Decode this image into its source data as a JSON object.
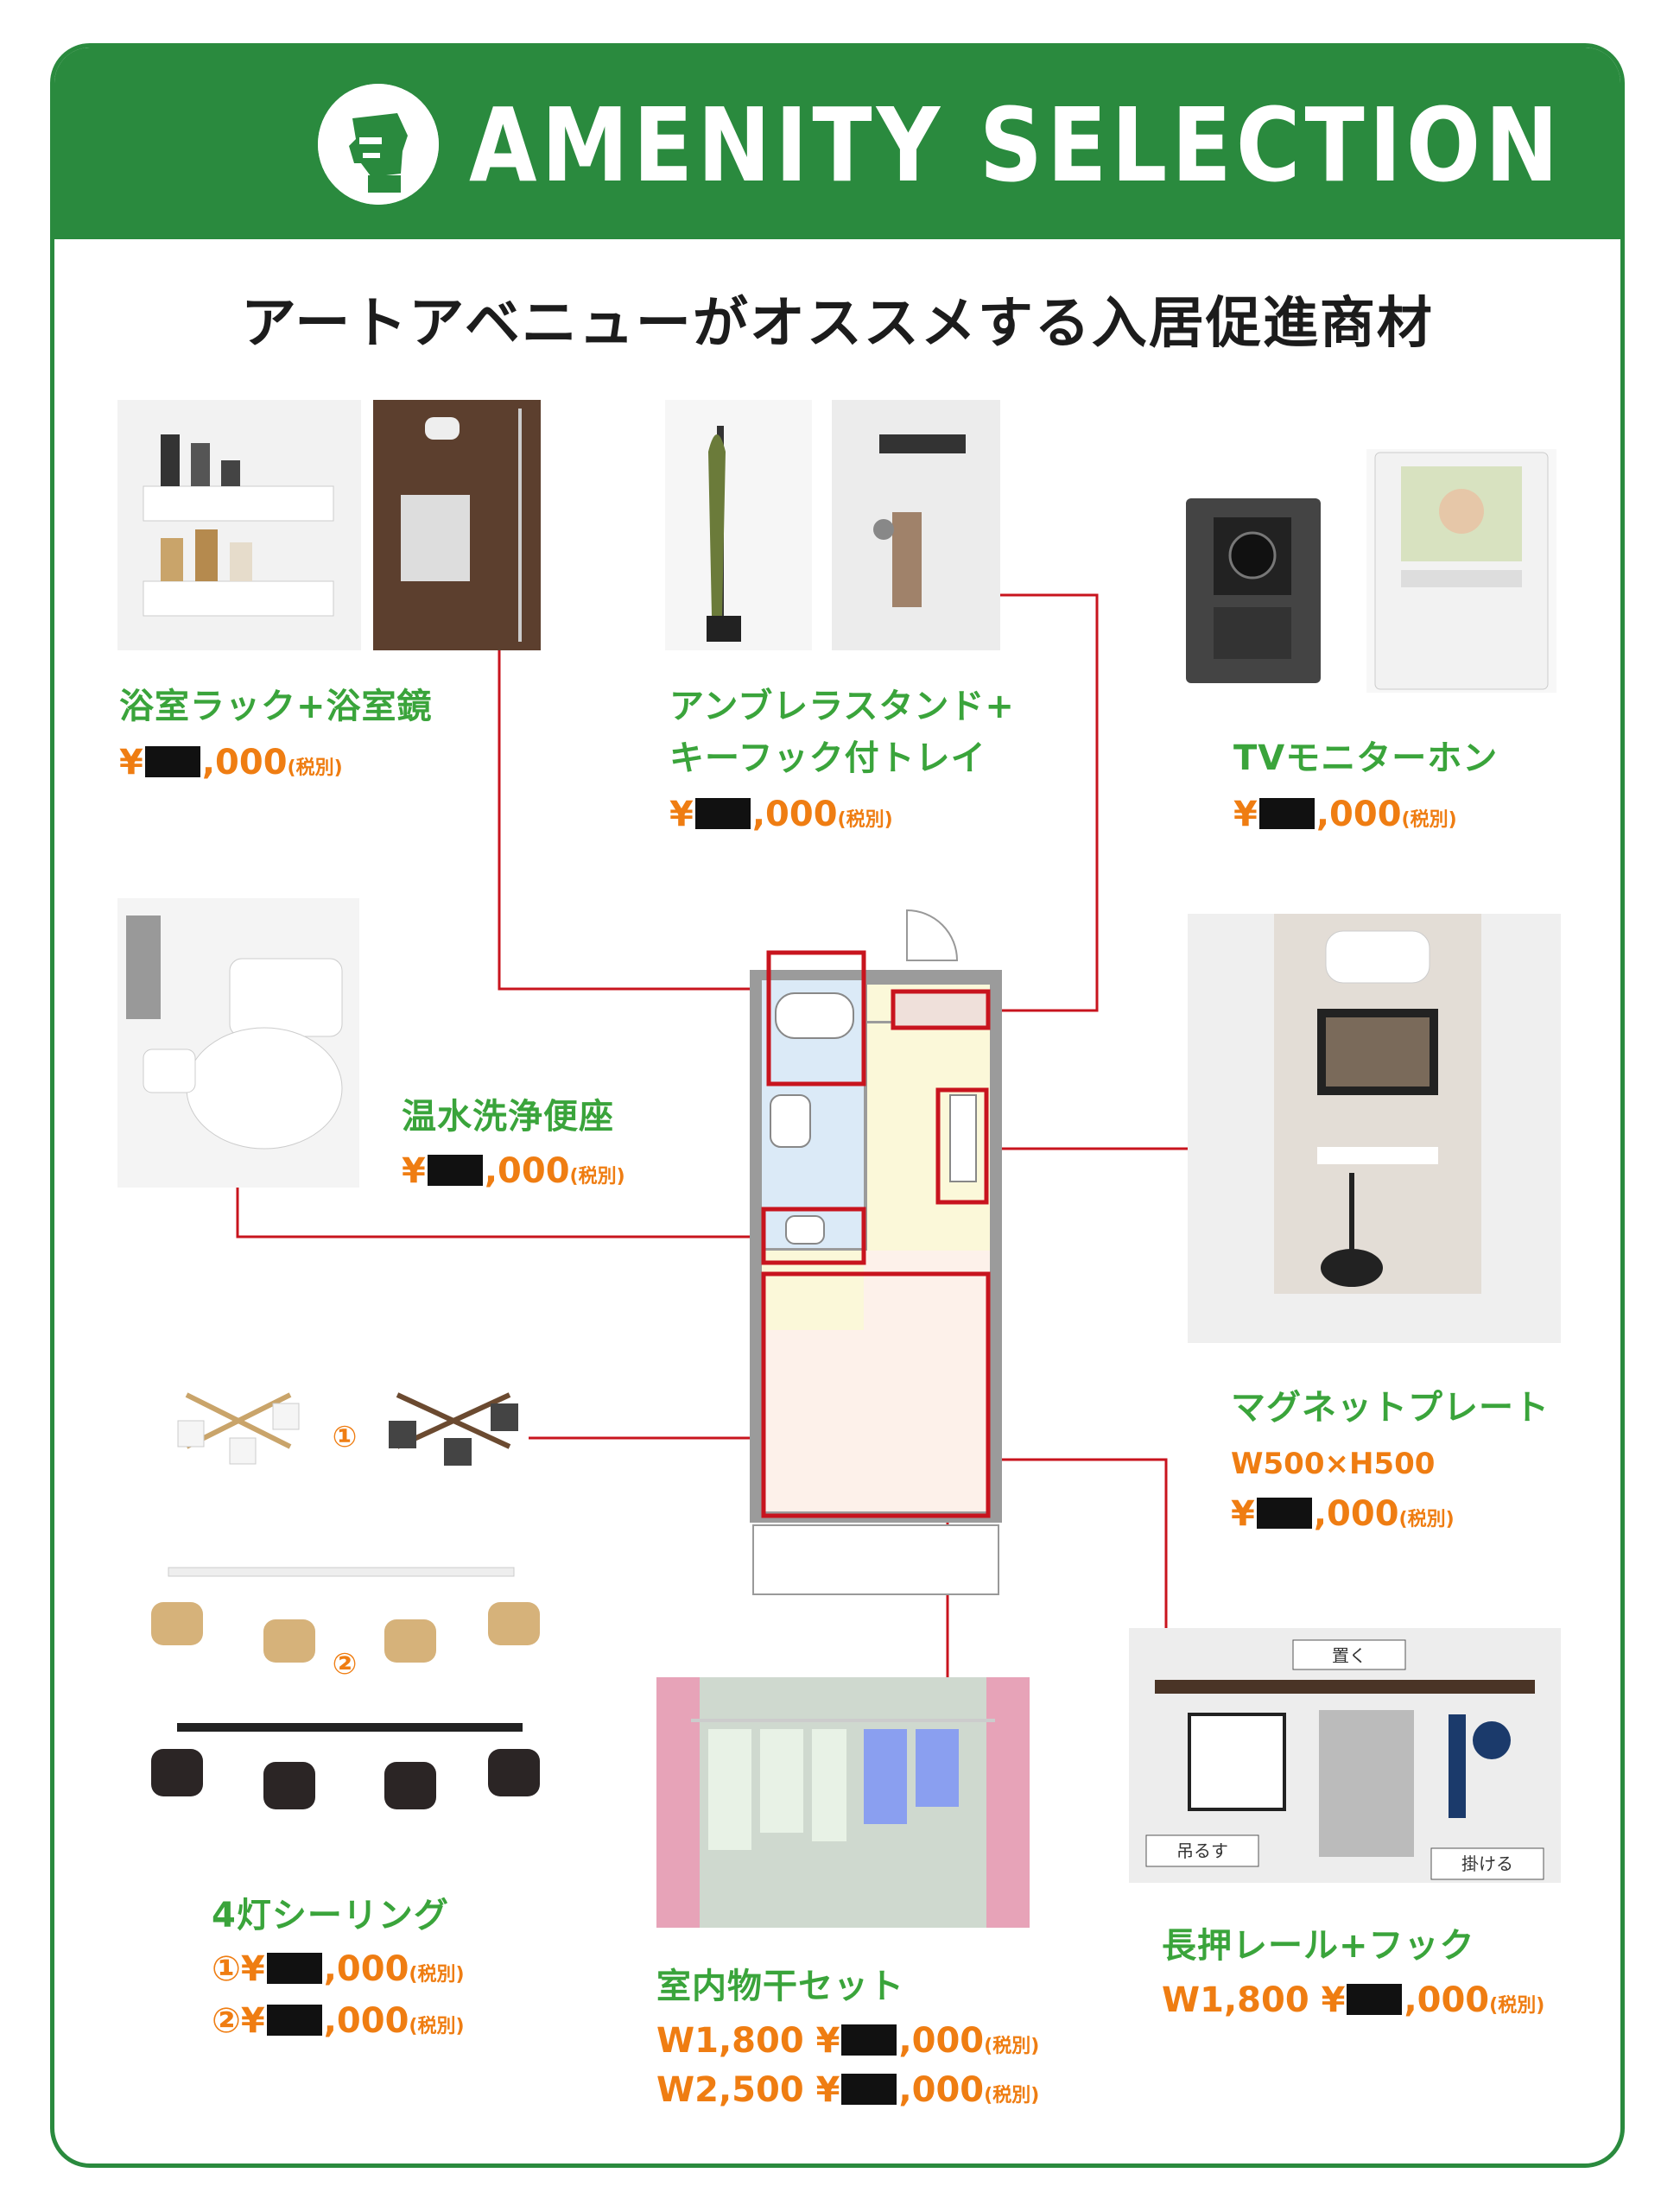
{
  "header": {
    "title": "AMENITY SELECTION"
  },
  "subtitle": "アートアベニューがオススメする入居促進商材",
  "products": {
    "bath": {
      "name": "浴室ラック+浴室鏡",
      "price_prefix": "¥",
      "price_suffix": ",000",
      "tax": "(税別)"
    },
    "umbrella": {
      "name_line1": "アンブレラスタンド+",
      "name_line2": "キーフック付トレイ",
      "price_prefix": "¥",
      "price_suffix": ",000",
      "tax": "(税別)"
    },
    "tv": {
      "name": "TVモニターホン",
      "price_prefix": "¥",
      "price_suffix": ",000",
      "tax": "(税別)"
    },
    "toilet": {
      "name": "温水洗浄便座",
      "price_prefix": "¥",
      "price_suffix": ",000",
      "tax": "(税別)"
    },
    "magnet": {
      "name": "マグネットプレート",
      "size": "W500×H500",
      "price_prefix": "¥",
      "price_suffix": ",000",
      "tax": "(税別)"
    },
    "ceiling": {
      "name": "4灯シーリング",
      "label1": "①",
      "label2": "②",
      "price1_prefix": "①¥",
      "price2_prefix": "②¥",
      "price_suffix": ",000",
      "tax": "(税別)"
    },
    "drying": {
      "name": "室内物干セット",
      "size1": "W1,800",
      "size2": "W2,500",
      "price_prefix": "¥",
      "price_suffix": ",000",
      "tax": "(税別)"
    },
    "rail": {
      "name": "長押レール+フック",
      "size": "W1,800",
      "price_prefix": "¥",
      "price_suffix": ",000",
      "tax": "(税別)",
      "tag_place": "置く",
      "tag_hang_down": "吊るす",
      "tag_hang": "掛ける"
    }
  },
  "colors": {
    "green": "#2a8a3e",
    "name_green": "#3aa43b",
    "price_orange": "#ef7d12",
    "connector_red": "#c8141e"
  }
}
